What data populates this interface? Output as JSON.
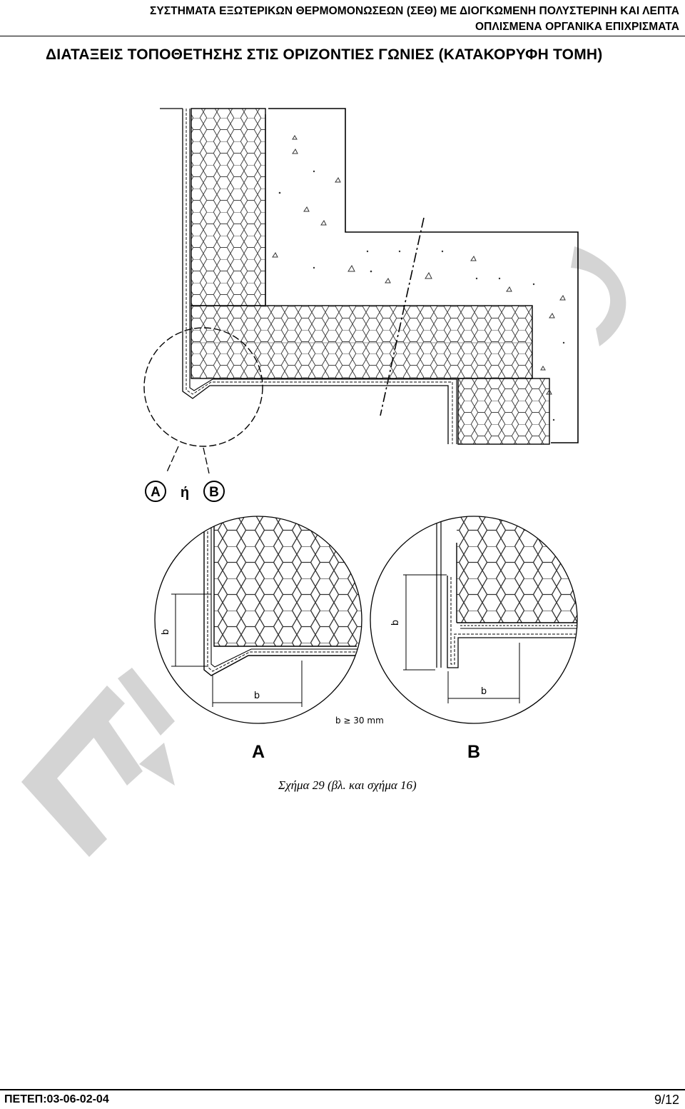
{
  "header": {
    "line1": "ΣΥΣΤΗΜΑΤΑ ΕΞΩΤΕΡΙΚΩΝ ΘΕΡΜΟΜΟΝΩΣΕΩΝ (ΣΕΘ) ΜΕ ΔΙΟΓΚΩΜΕΝΗ ΠΟΛΥΣΤΕΡΙΝΗ ΚΑΙ ΛΕΠΤΑ",
    "line2": "ΟΠΛΙΣΜΕΝΑ ΟΡΓΑΝΙΚΑ ΕΠΙΧΡΙΣΜΑΤΑ"
  },
  "section_title": "ΔΙΑΤΑΞΕΙΣ ΤΟΠΟΘΕΤΗΣΗΣ ΣΤΙΣ ΟΡΙΖΟΝΤΙΕΣ ΓΩΝΙΕΣ (ΚΑΤΑΚΟΡΥΦΗ ΤΟΜΗ)",
  "figure": {
    "detail_a_marker": "A",
    "or_text": "ή",
    "detail_b_marker": "B",
    "dimension_label": "b",
    "dimension_note": "b ≥ 30 mm",
    "detail_a_label": "A",
    "detail_b_label": "B",
    "caption": "Σχήμα 29 (βλ. και σχήμα 16)"
  },
  "footer": {
    "code": "ΠΕΤΕΠ:03-06-02-04",
    "page": "9/12"
  }
}
